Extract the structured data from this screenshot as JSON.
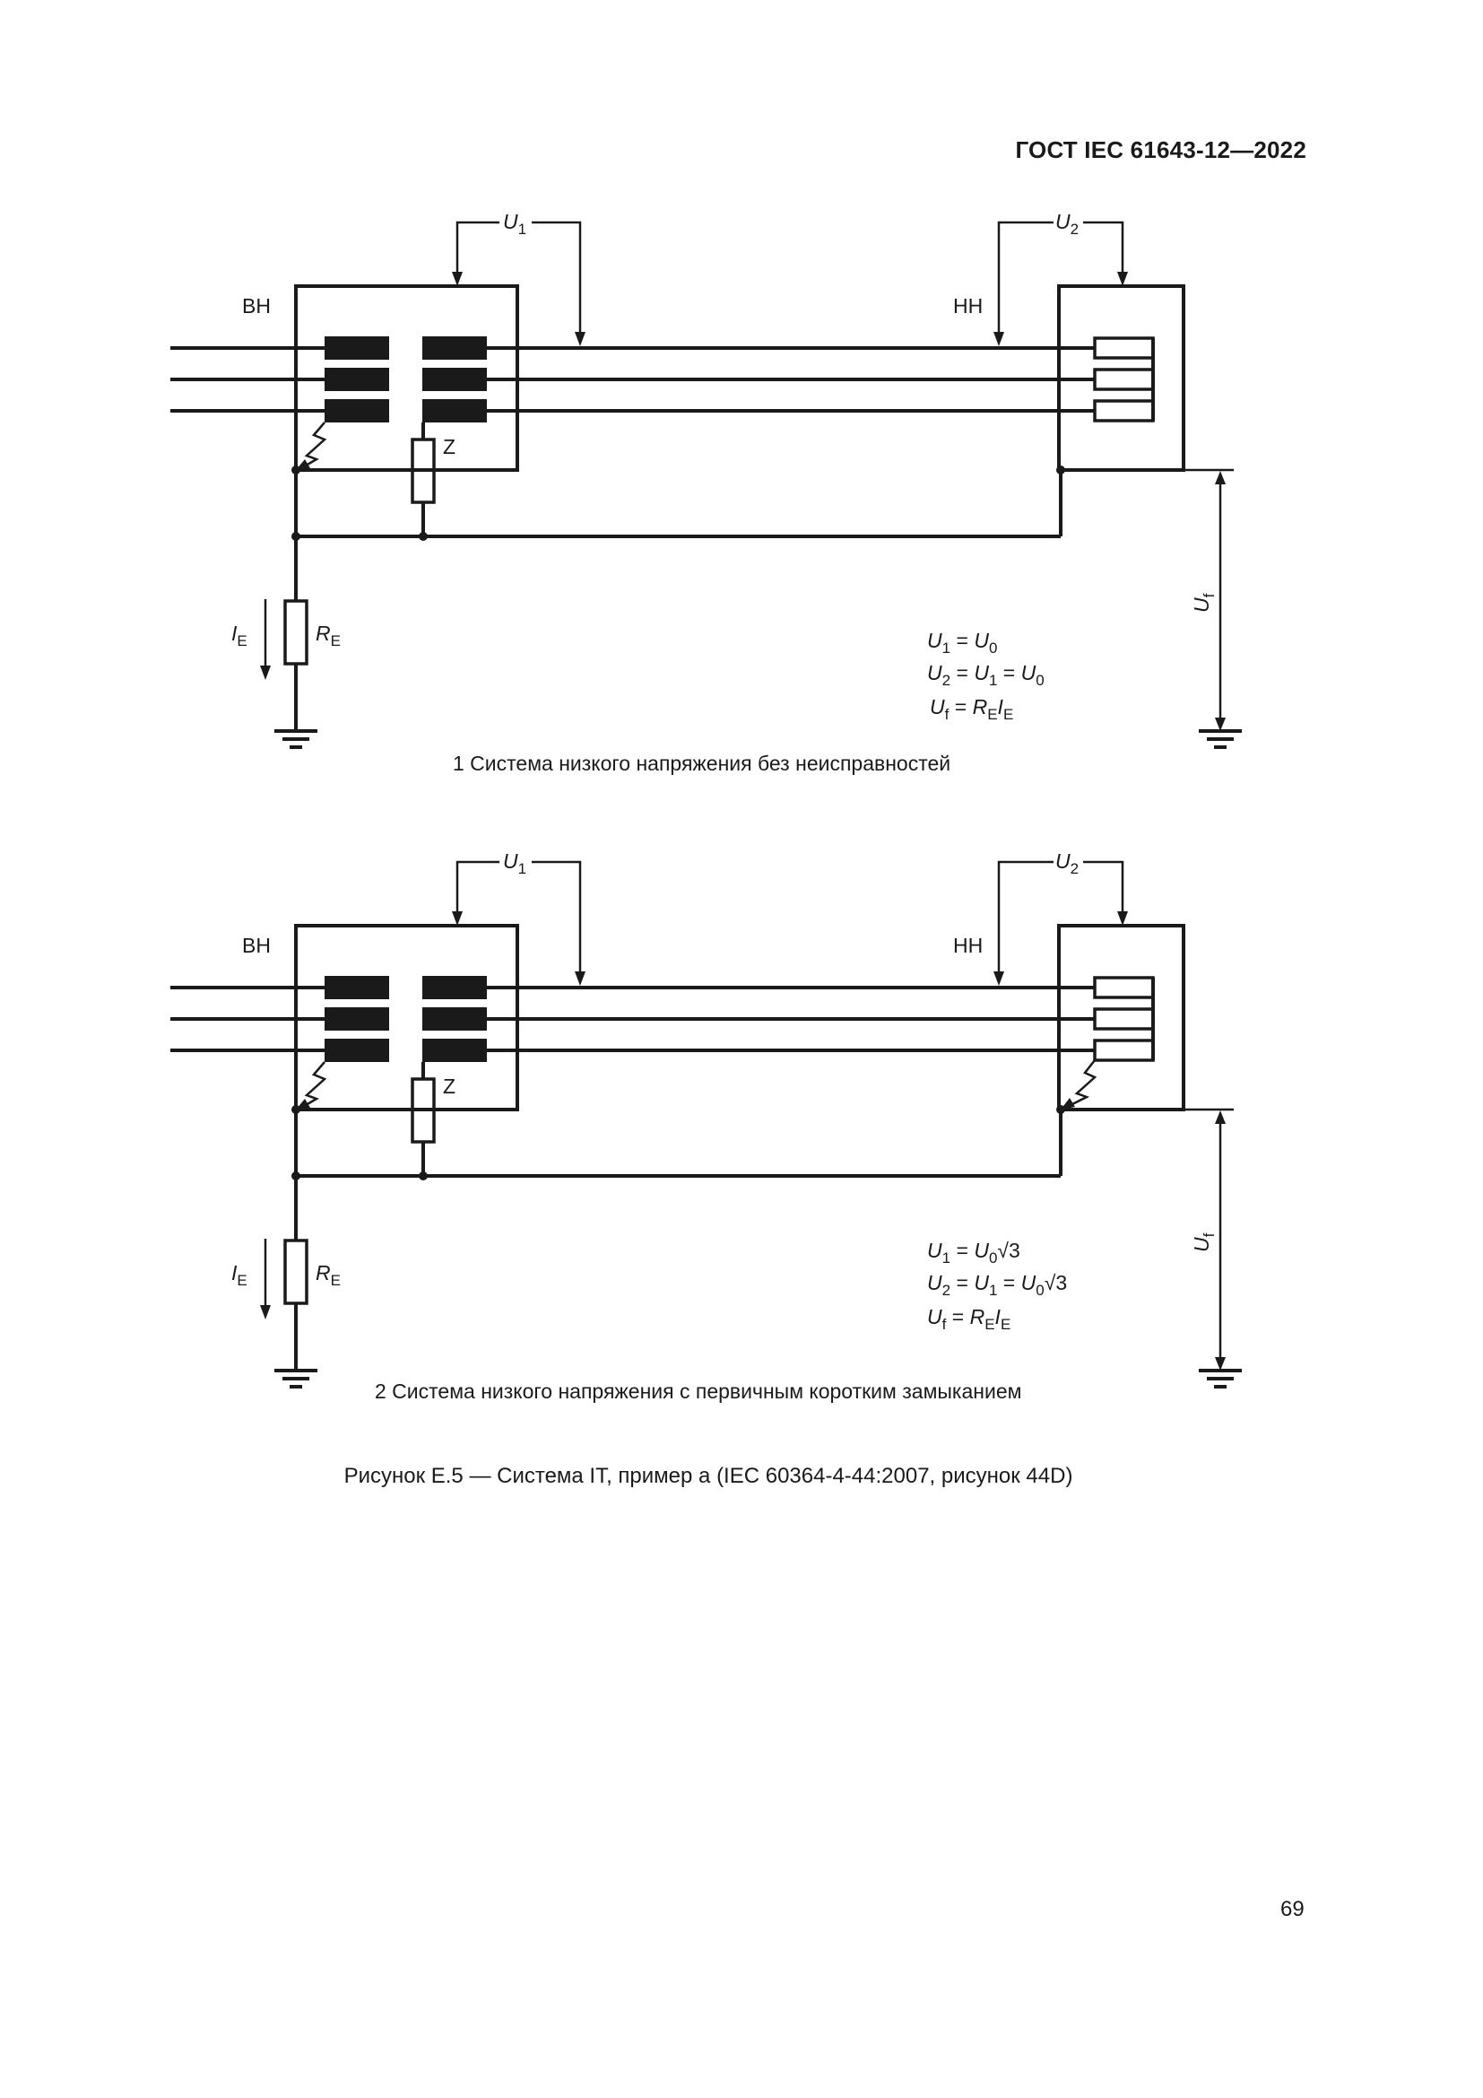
{
  "header": {
    "standard": "ГОСТ IEC 61643-12—2022"
  },
  "diagram1": {
    "caption": "1 Система низкого напряжения без неисправностей",
    "label_hv": "ВН",
    "label_lv": "НН",
    "u1_label": "U",
    "u1_sub": "1",
    "u2_label": "U",
    "u2_sub": "2",
    "z_label": "Z",
    "ie_label": "I",
    "ie_sub": "E",
    "re_label": "R",
    "re_sub": "E",
    "uf_label": "U",
    "uf_sub": "f",
    "eq1": {
      "a": "U",
      "a_sub": "1",
      "mid": " = ",
      "b": "U",
      "b_sub": "0",
      "tail": ""
    },
    "eq2": {
      "a": "U",
      "a_sub": "2",
      "mid": " = ",
      "b": "U",
      "b_sub": "1",
      "mid2": " = ",
      "c": "U",
      "c_sub": "0",
      "tail": ""
    },
    "eq3": {
      "a": "U",
      "a_sub": "f",
      "mid": "  = ",
      "b": "R",
      "b_sub": "E",
      "c": "I",
      "c_sub": "E"
    }
  },
  "diagram2": {
    "caption": "2 Система низкого напряжения с первичным коротким замыканием",
    "label_hv": "ВН",
    "label_lv": "НН",
    "u1_label": "U",
    "u1_sub": "1",
    "u2_label": "U",
    "u2_sub": "2",
    "z_label": "Z",
    "ie_label": "I",
    "ie_sub": "E",
    "re_label": "R",
    "re_sub": "E",
    "uf_label": "U",
    "uf_sub": "f",
    "eq1": {
      "a": "U",
      "a_sub": "1",
      "mid": " = ",
      "b": "U",
      "b_sub": "0",
      "tail": "√3"
    },
    "eq2": {
      "a": "U",
      "a_sub": "2",
      "mid": " = ",
      "b": "U",
      "b_sub": "1",
      "mid2": " = ",
      "c": "U",
      "c_sub": "0",
      "tail": "√3"
    },
    "eq3": {
      "a": "U",
      "a_sub": "f",
      "mid": "  = ",
      "b": "R",
      "b_sub": "E",
      "c": "I",
      "c_sub": "E"
    }
  },
  "figure_caption": "Рисунок Е.5 — Система IT, пример а (IEC 60364-4-44:2007, рисунок 44D)",
  "page_number": "69"
}
